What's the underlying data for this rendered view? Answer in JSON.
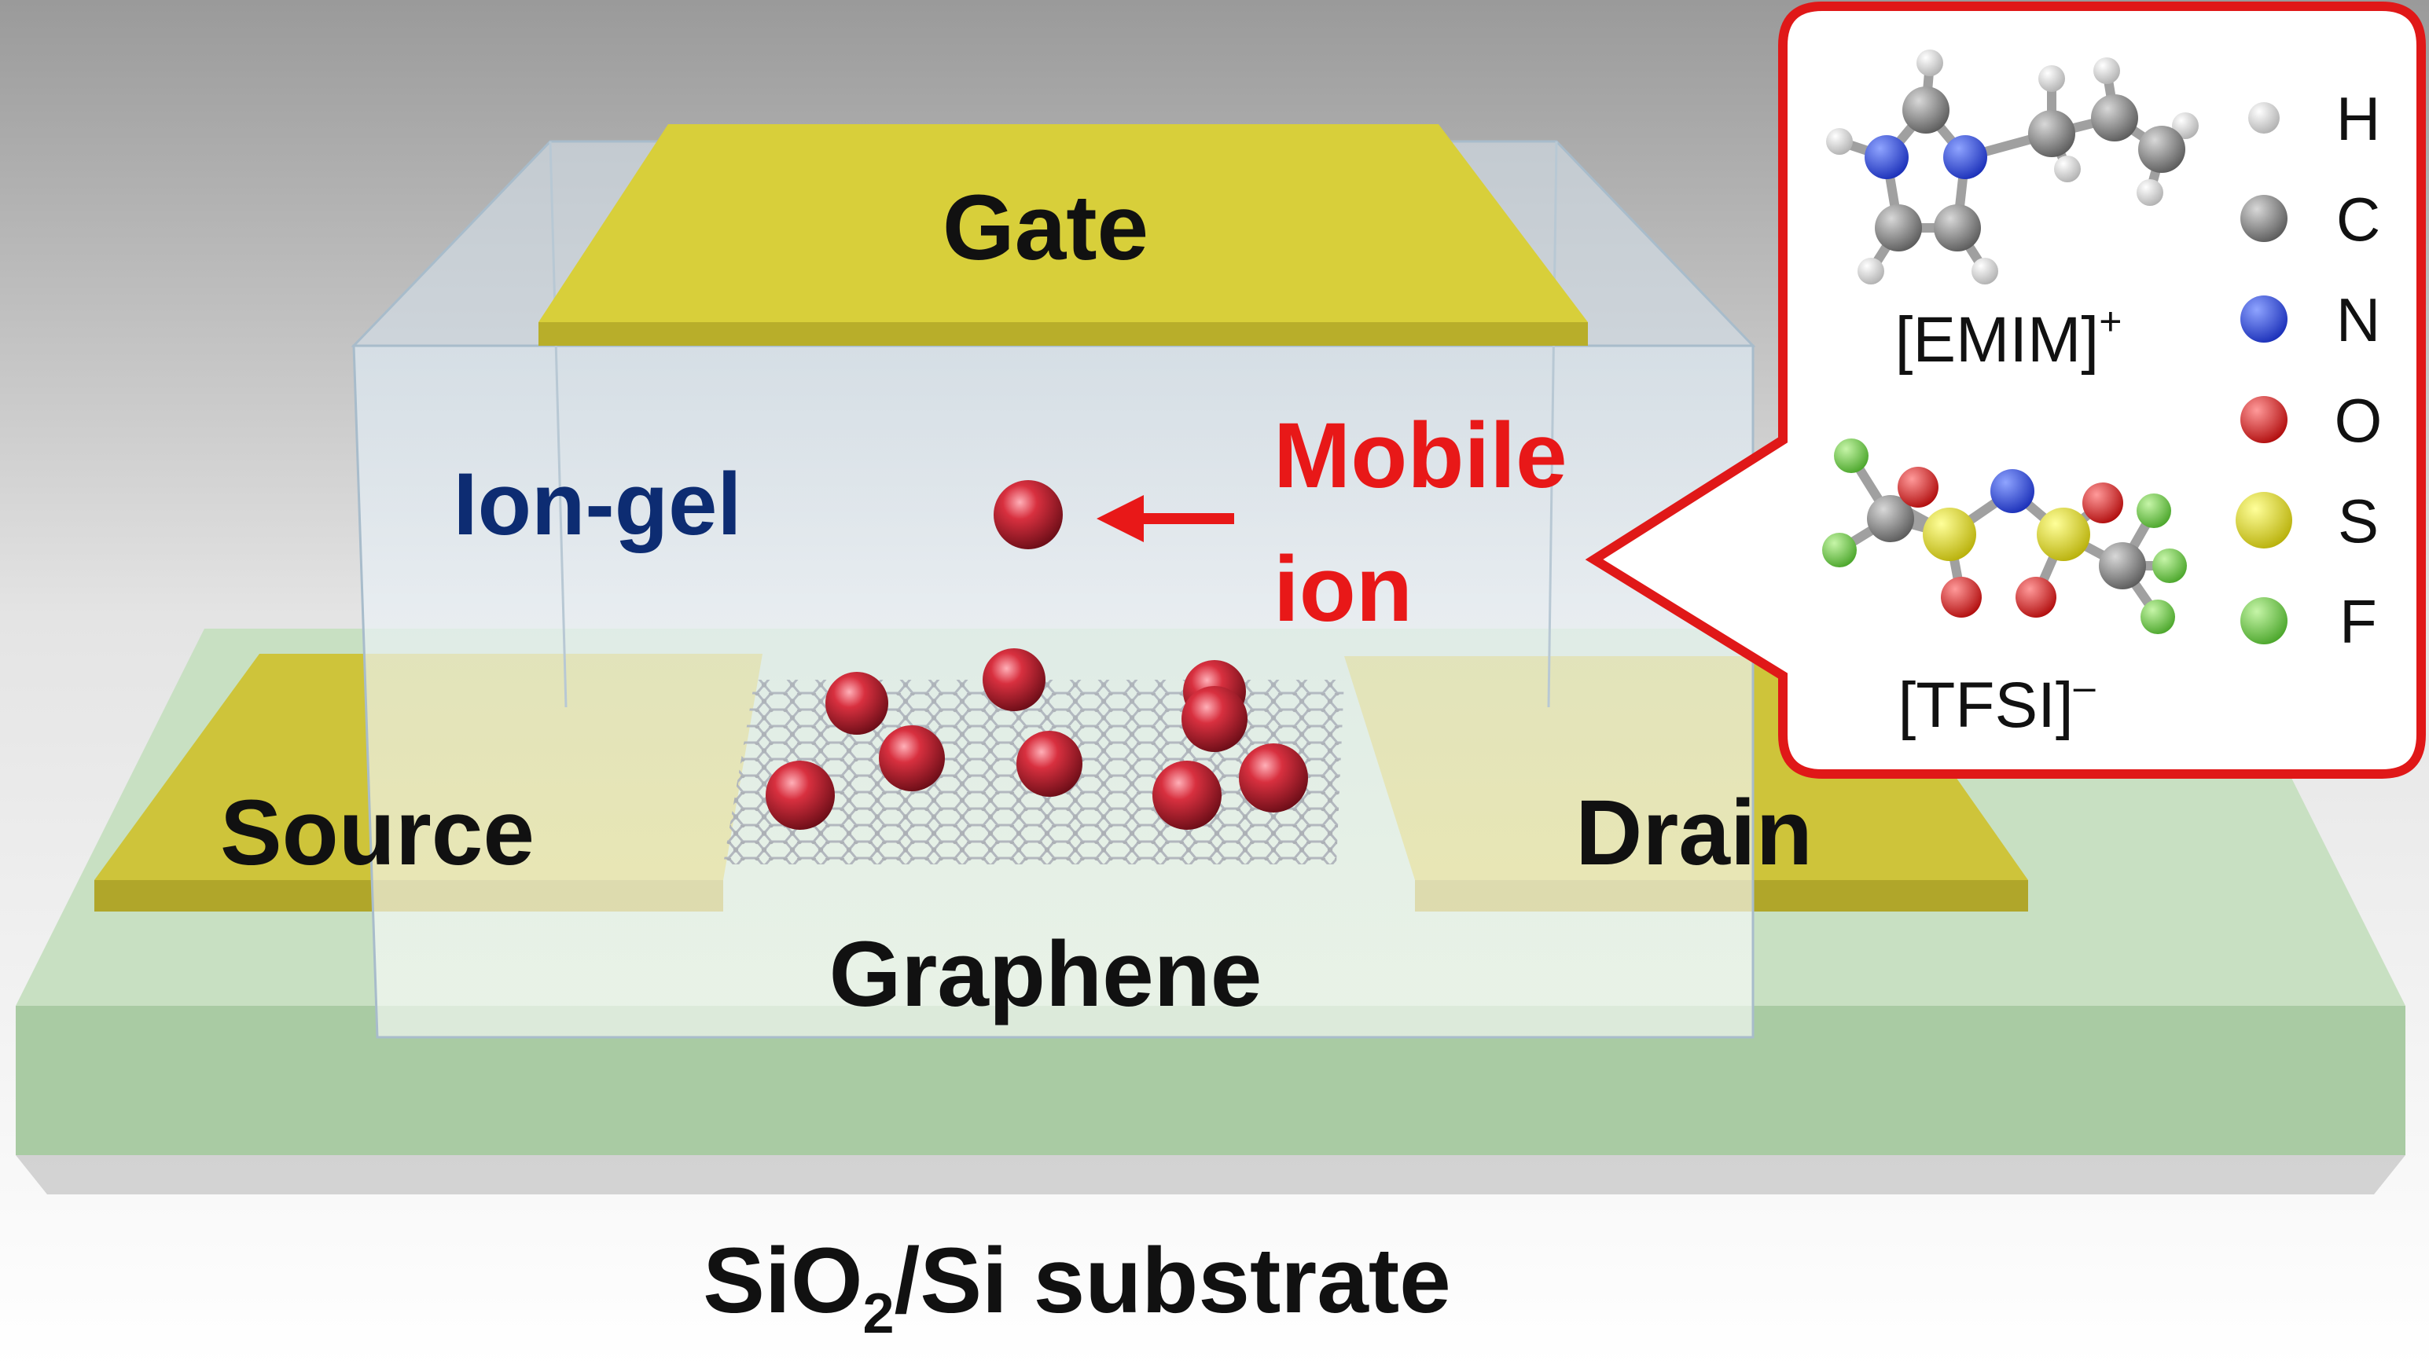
{
  "labels": {
    "gate": "Gate",
    "ion_gel": "Ion-gel",
    "mobile": "Mobile",
    "ion": "ion",
    "source": "Source",
    "drain": "Drain",
    "graphene": "Graphene",
    "substrate_a": "SiO",
    "substrate_sub": "2",
    "substrate_b": "/Si substrate"
  },
  "molecules": {
    "cation_base": "[EMIM]",
    "cation_charge": "+",
    "anion_base": "[TFSI]",
    "anion_charge": "–"
  },
  "legend": {
    "items": [
      {
        "symbol": "H",
        "color": "#f2f2f2"
      },
      {
        "symbol": "C",
        "color": "#8a8a8a"
      },
      {
        "symbol": "N",
        "color": "#2d4de6"
      },
      {
        "symbol": "O",
        "color": "#e01c1c"
      },
      {
        "symbol": "S",
        "color": "#e8e21a"
      },
      {
        "symbol": "F",
        "color": "#7fd65a"
      }
    ]
  },
  "colors": {
    "electrode": "#d8cf3a",
    "substrate": "#b6d6b0",
    "ion_gel_text": "#0d2c72",
    "mobile_ion_text": "#e81818",
    "callout_border": "#e01818",
    "ion": "#c42030"
  }
}
